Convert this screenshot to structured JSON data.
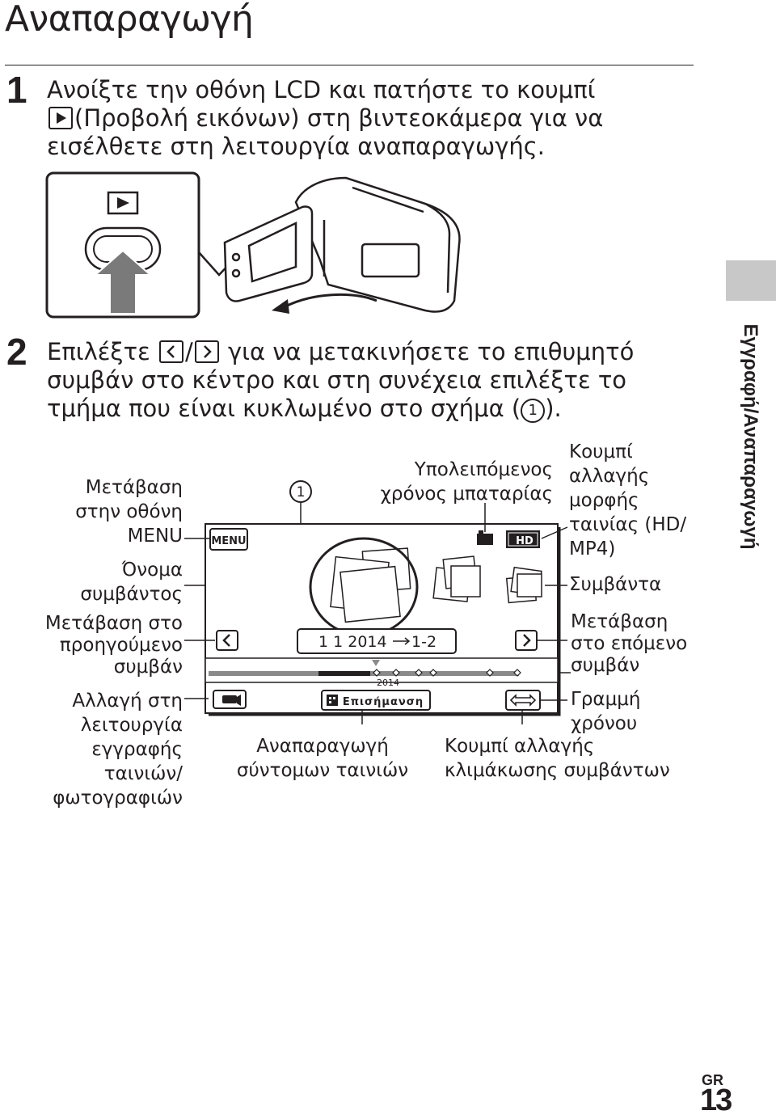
{
  "page": {
    "title": "Αναπαραγωγή",
    "side_tab": "Εγγραφή/Αναπαραγωγή",
    "region": "GR",
    "page_number": "13"
  },
  "step1": {
    "number": "1",
    "line1": "Ανοίξτε την οθόνη LCD και πατήστε το κουμπί",
    "line2": "(Προβολή εικόνων) στη βιντεοκάμερα για να",
    "line3": "εισέλθετε στη λειτουργία αναπαραγωγής."
  },
  "step2": {
    "number": "2",
    "line1_a": "Επιλέξτε",
    "line1_sep": "/",
    "line1_b": "για να μετακινήσετε το επιθυμητό",
    "line2": "συμβάν στο κέντρο και στη συνέχεια επιλέξτε το",
    "line3": "τμήμα που είναι κυκλωμένο στο σχήμα (",
    "line3_mark": "1",
    "line3_end": ")."
  },
  "screen": {
    "menu_button": "MENU",
    "date_range": "1 1 2014",
    "date_range_end": "1-2",
    "timeline_year": "2014",
    "highlight_button": "Επισήμανση",
    "format_badge": "HD",
    "callout_mark": "1"
  },
  "labels": {
    "left": [
      [
        "Μετάβαση",
        "στην οθόνη",
        "MENU"
      ],
      [
        "Όνομα",
        "συμβάντος"
      ],
      [
        "Μετάβαση στο",
        "προηγούμενο",
        "συμβάν"
      ],
      [
        "Αλλαγή στη",
        "λειτουργία",
        "εγγραφής",
        "ταινιών/",
        "φωτογραφιών"
      ]
    ],
    "top": [
      "Υπολειπόμενος",
      "χρόνος μπαταρίας"
    ],
    "right": [
      [
        "Κουμπί",
        "αλλαγής",
        "μορφής",
        "ταινίας (HD/",
        "MP4)"
      ],
      [
        "Συμβάντα"
      ],
      [
        "Μετάβαση",
        "στο επόμενο",
        "συμβάν"
      ],
      [
        "Γραμμή",
        "χρόνου"
      ]
    ],
    "bottom": [
      [
        "Αναπαραγωγή",
        "σύντομων ταινιών"
      ],
      [
        "Κουμπί αλλαγής",
        "κλιμάκωσης συμβάντων"
      ]
    ]
  },
  "icons": [
    "play-icon",
    "chevron-left-icon",
    "chevron-right-icon",
    "battery-icon",
    "camera-mode-icon",
    "highlight-icon",
    "zoom-scale-icon",
    "arrow-icon"
  ]
}
